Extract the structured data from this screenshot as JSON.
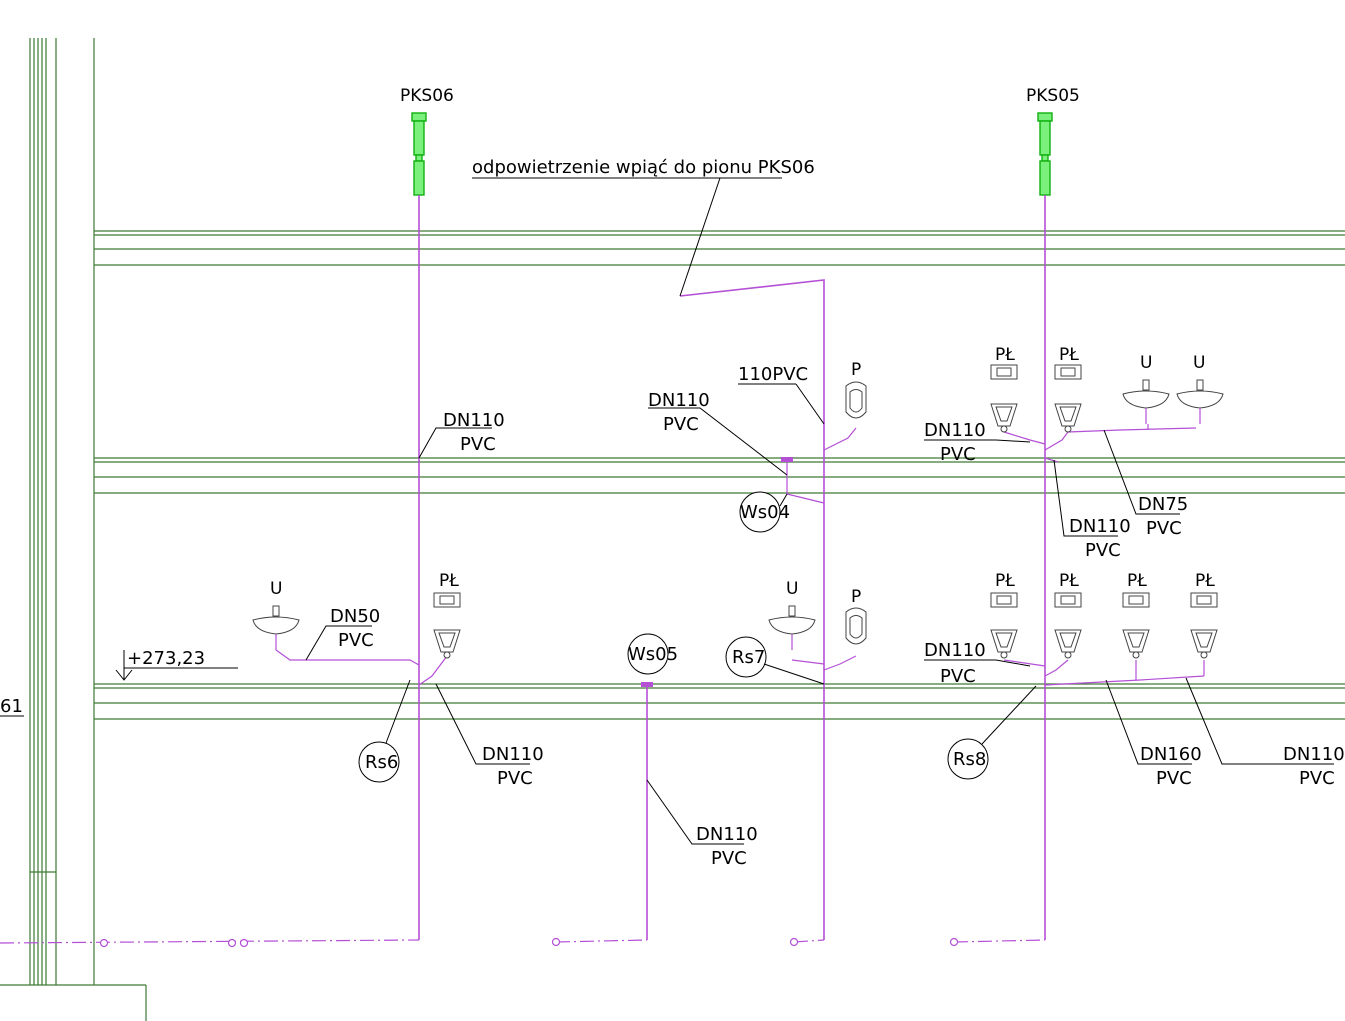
{
  "colors": {
    "wall": "#3d7a35",
    "pipe": "#b44fd6",
    "vent": "#10b010",
    "leader": "#000000"
  },
  "vents": [
    {
      "label": "PKS06"
    },
    {
      "label": "PKS05"
    }
  ],
  "notes": {
    "vent_note": "odpowietrzenie wpiąć do pionu PKS06",
    "pipe_110pvc": "110PVC",
    "elevation": "+273,23",
    "edge_fragment": "61"
  },
  "fixture_labels": {
    "plk": "PŁ",
    "u": "U",
    "p": "P"
  },
  "markers": [
    {
      "label": "Ws04"
    },
    {
      "label": "Ws05"
    },
    {
      "label": "Rs7"
    },
    {
      "label": "Rs6"
    },
    {
      "label": "Rs8"
    }
  ],
  "pipe_labels": [
    {
      "size": "DN110",
      "mat": "PVC"
    },
    {
      "size": "DN110",
      "mat": "PVC"
    },
    {
      "size": "DN110",
      "mat": "PVC"
    },
    {
      "size": "DN75",
      "mat": "PVC"
    },
    {
      "size": "DN110",
      "mat": "PVC"
    },
    {
      "size": "DN50",
      "mat": "PVC"
    },
    {
      "size": "DN110",
      "mat": "PVC"
    },
    {
      "size": "DN110",
      "mat": "PVC"
    },
    {
      "size": "DN110",
      "mat": "PVC"
    },
    {
      "size": "DN160",
      "mat": "PVC"
    },
    {
      "size": "DN110",
      "mat": "PVC"
    }
  ]
}
